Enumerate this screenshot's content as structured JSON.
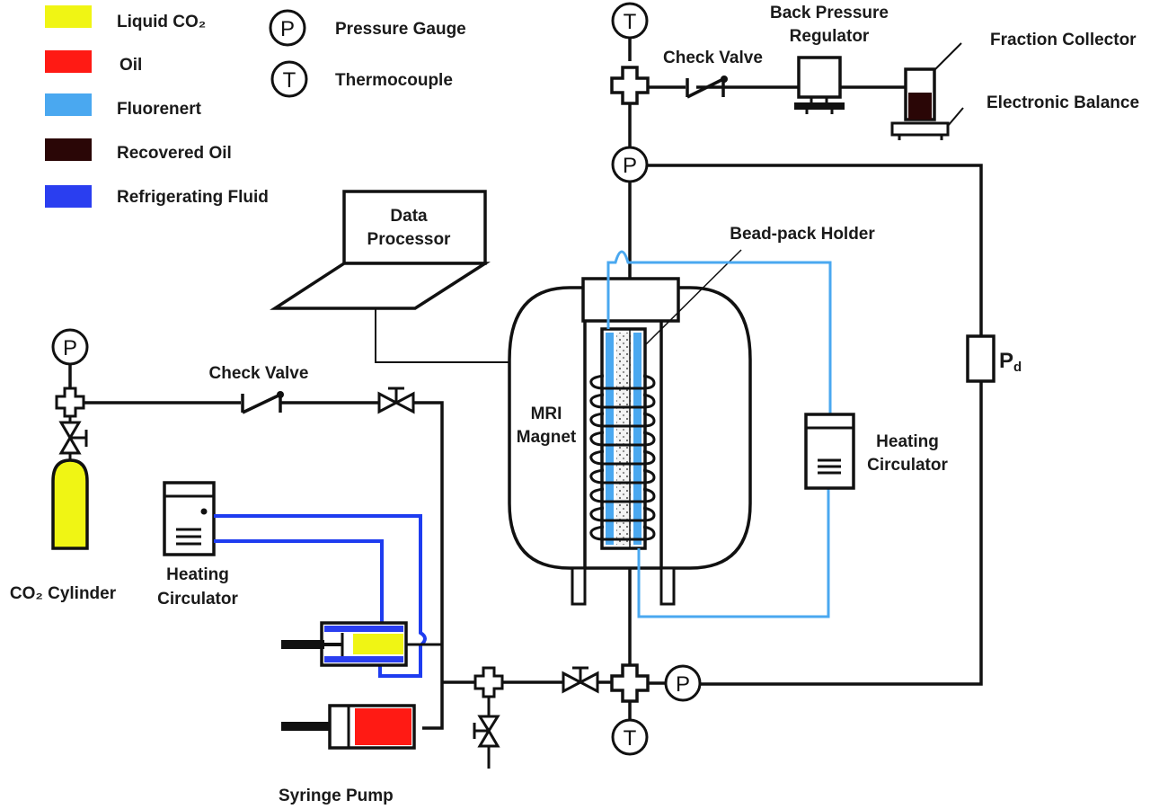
{
  "legend": {
    "fluids": [
      {
        "label": "Liquid CO₂",
        "color": "#f0f514"
      },
      {
        "label": "Oil",
        "color": "#ff1a14"
      },
      {
        "label": "Fluorenert",
        "color": "#4aa8f0"
      },
      {
        "label": "Recovered Oil",
        "color": "#2a0606"
      },
      {
        "label": "Refrigerating Fluid",
        "color": "#2a3ef0"
      }
    ],
    "symbols": [
      {
        "letter": "P",
        "label": "Pressure Gauge"
      },
      {
        "letter": "T",
        "label": "Thermocouple"
      }
    ]
  },
  "components": {
    "check_valve_top": "Check Valve",
    "bpr_line1": "Back Pressure",
    "bpr_line2": "Regulator",
    "fraction_collector": "Fraction Collector",
    "electronic_balance": "Electronic Balance",
    "data_processor_line1": "Data",
    "data_processor_line2": "Processor",
    "bead_pack_holder": "Bead-pack Holder",
    "mri_line1": "MRI",
    "mri_line2": "Magnet",
    "heating_circ_right_line1": "Heating",
    "heating_circ_right_line2": "Circulator",
    "pd_main": "P",
    "pd_sub": "d",
    "check_valve_left": "Check Valve",
    "co2_cylinder": "CO₂ Cylinder",
    "heating_circ_left_line1": "Heating",
    "heating_circ_left_line2": "Circulator",
    "syringe_pump": "Syringe Pump"
  },
  "gauges": {
    "p": "P",
    "t": "T"
  }
}
